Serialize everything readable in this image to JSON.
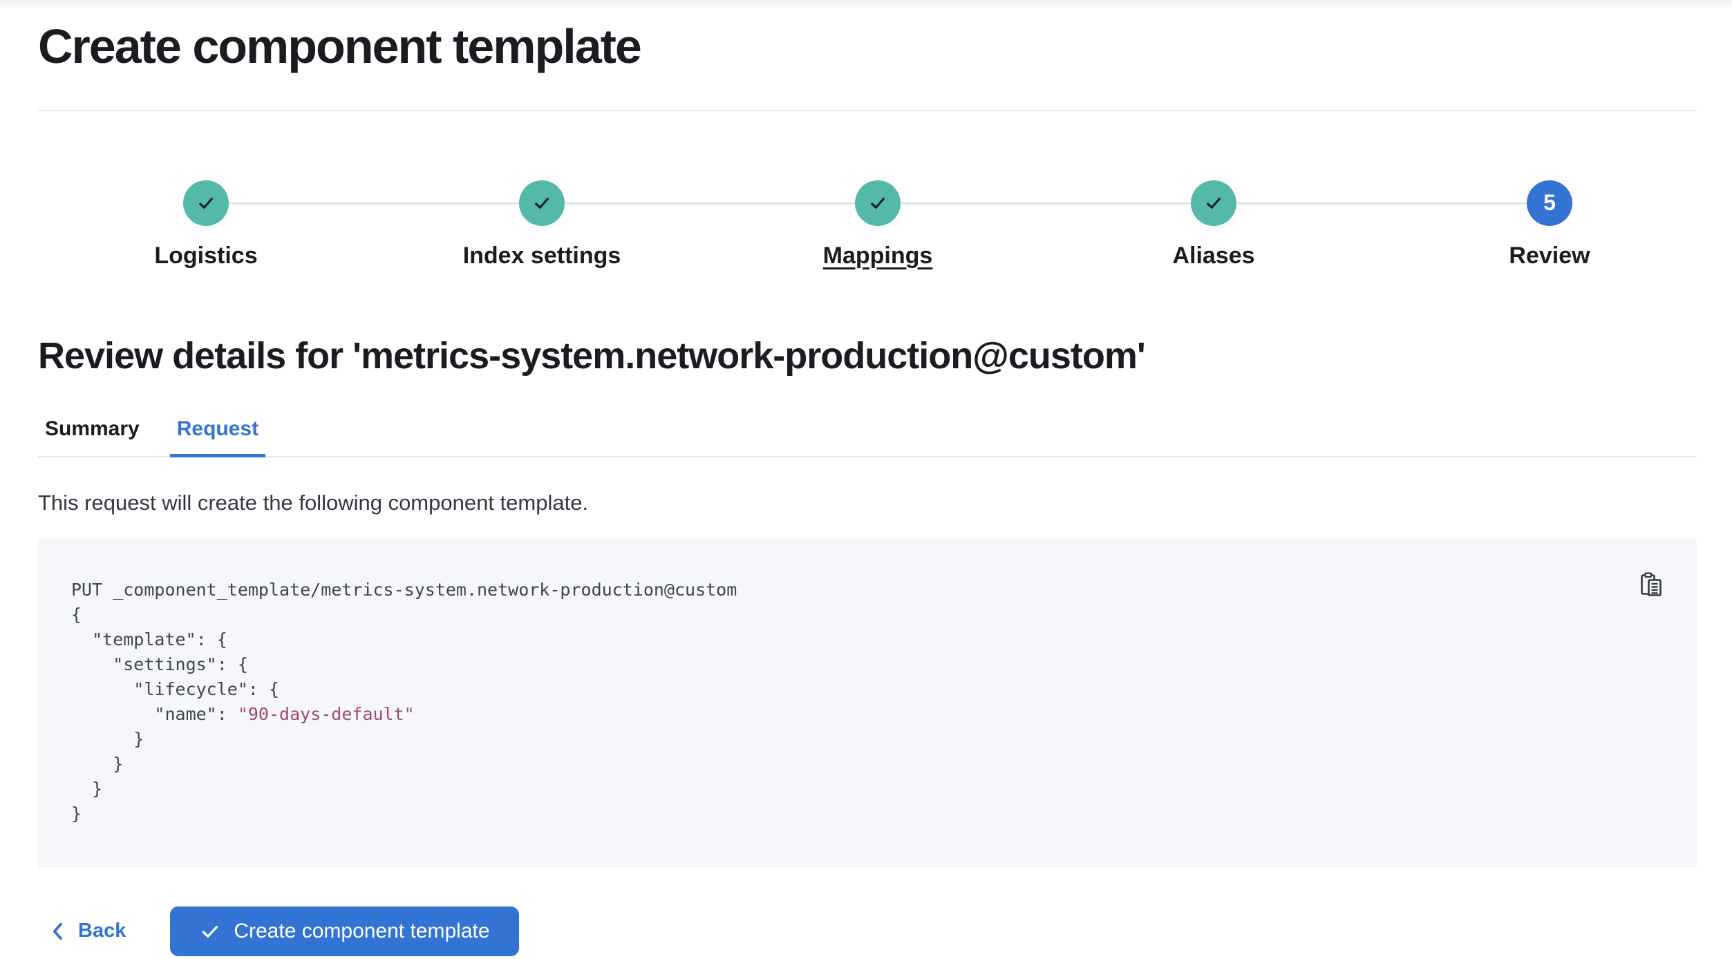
{
  "header": {
    "title": "Create component template"
  },
  "stepper": {
    "steps": [
      {
        "label": "Logistics",
        "state": "complete"
      },
      {
        "label": "Index settings",
        "state": "complete"
      },
      {
        "label": "Mappings",
        "state": "complete",
        "underlined": true
      },
      {
        "label": "Aliases",
        "state": "complete"
      },
      {
        "label": "Review",
        "state": "current",
        "number": "5"
      }
    ]
  },
  "review": {
    "heading": "Review details for 'metrics-system.network-production@custom'",
    "tabs": [
      {
        "label": "Summary",
        "active": false
      },
      {
        "label": "Request",
        "active": true
      }
    ],
    "description": "This request will create the following component template."
  },
  "request_preview": {
    "copy_icon": "copy-clipboard-icon",
    "code_lines": [
      {
        "segments": [
          {
            "text": "PUT _component_template/metrics-system.network-production@custom",
            "type": "plain"
          }
        ]
      },
      {
        "segments": [
          {
            "text": "{",
            "type": "plain"
          }
        ]
      },
      {
        "segments": [
          {
            "text": "  \"template\": {",
            "type": "plain"
          }
        ]
      },
      {
        "segments": [
          {
            "text": "    \"settings\": {",
            "type": "plain"
          }
        ]
      },
      {
        "segments": [
          {
            "text": "      \"lifecycle\": {",
            "type": "plain"
          }
        ]
      },
      {
        "segments": [
          {
            "text": "        \"name\": ",
            "type": "plain"
          },
          {
            "text": "\"90-days-default\"",
            "type": "string"
          }
        ]
      },
      {
        "segments": [
          {
            "text": "      }",
            "type": "plain"
          }
        ]
      },
      {
        "segments": [
          {
            "text": "    }",
            "type": "plain"
          }
        ]
      },
      {
        "segments": [
          {
            "text": "  }",
            "type": "plain"
          }
        ]
      },
      {
        "segments": [
          {
            "text": "}",
            "type": "plain"
          }
        ]
      }
    ]
  },
  "footer": {
    "back_label": "Back",
    "submit_label": "Create component template"
  },
  "colors": {
    "accent_blue": "#3373d3",
    "step_complete_teal": "#54b9a6",
    "code_string_rose": "#a34a6b",
    "code_background": "#f5f7fa",
    "connector_gray": "#dde2eb"
  }
}
